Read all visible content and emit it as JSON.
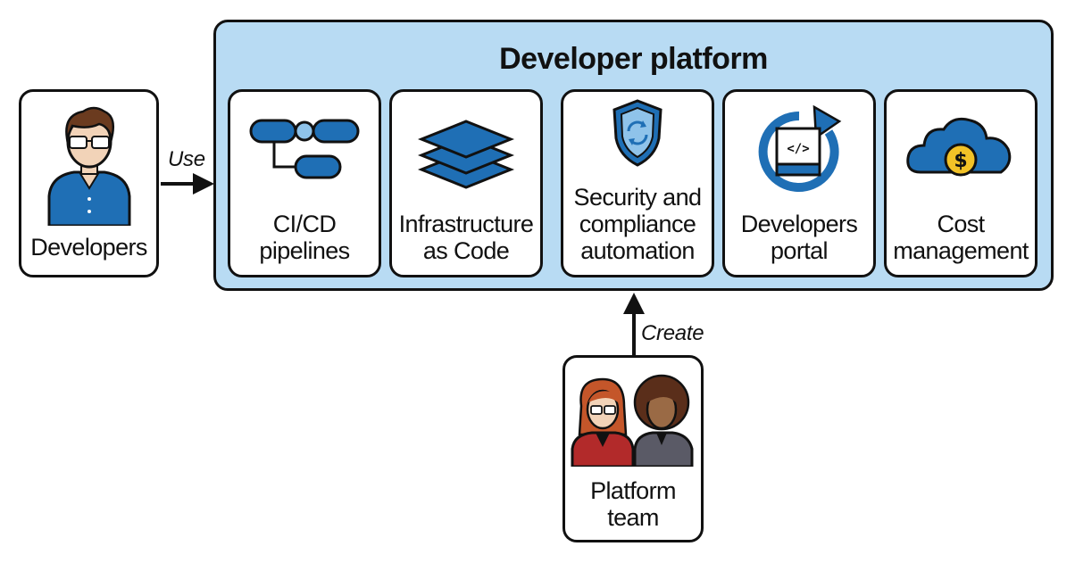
{
  "platform": {
    "title": "Developer platform",
    "cards": [
      {
        "line1": "CI/CD",
        "line2": "pipelines",
        "icon": "pipeline-icon"
      },
      {
        "line1": "Infrastructure",
        "line2": "as Code",
        "icon": "layers-icon"
      },
      {
        "line1": "Security and",
        "line2": "compliance",
        "line3": "automation",
        "icon": "shield-refresh-icon"
      },
      {
        "line1": "Developers",
        "line2": "portal",
        "icon": "code-portal-icon"
      },
      {
        "line1": "Cost",
        "line2": "management",
        "icon": "cloud-dollar-icon"
      }
    ]
  },
  "developers": {
    "label": "Developers",
    "icon": "developer-person-icon"
  },
  "platform_team": {
    "line1": "Platform",
    "line2": "team",
    "icon": "team-people-icon"
  },
  "edges": {
    "use": "Use",
    "create": "Create"
  },
  "colors": {
    "panel": "#b8dbf3",
    "icon_blue": "#1f6fb5",
    "light_blue": "#8fc3ea",
    "red": "#b22a2a",
    "gold": "#f2c227",
    "border": "#111111"
  }
}
